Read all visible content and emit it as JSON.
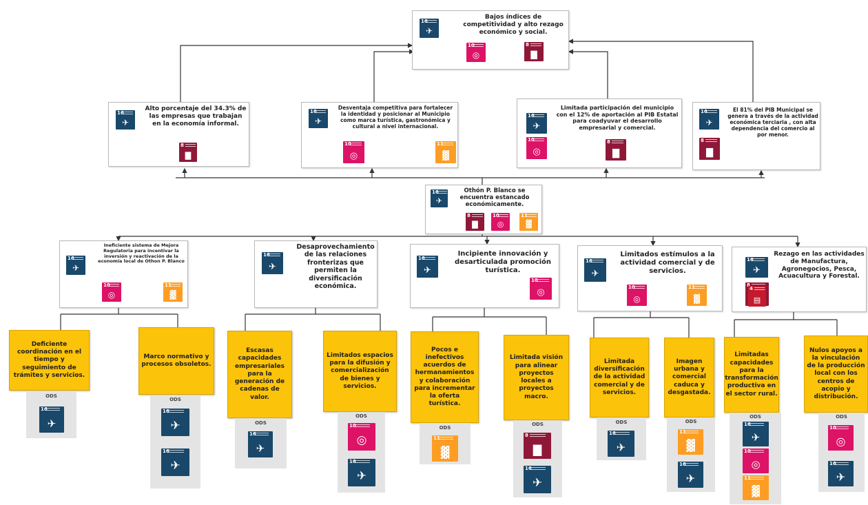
{
  "colors": {
    "sdg16": "#19486a",
    "sdg8": "#8f1838",
    "sdg10": "#dd1367",
    "sdg11": "#fd9d24",
    "sdg4": "#c5192d",
    "cause_box": "#fcc30b",
    "odds_panel": "#e4e4e4",
    "connector": "#333333"
  },
  "icons": {
    "g16": "dove-icon",
    "g8": "bar-chart-icon",
    "g10": "equality-icon",
    "g11": "city-buildings-icon",
    "g4": "book-icon"
  },
  "top": {
    "text": "Bajos índices de competitividad y alto rezago económico y social.",
    "sdgs": [
      "16",
      "10",
      "8"
    ]
  },
  "level1": [
    {
      "text": "Alto porcentaje del 34.3% de las empresas que trabajan en la economía informal.",
      "sdgs": [
        "16",
        "8"
      ]
    },
    {
      "text": "Desventaja competitiva para fortalecer la identidad y posicionar al Municipio como marca turística, gastronómica y cultural a nivel internacional.",
      "sdgs": [
        "16",
        "10",
        "11"
      ]
    },
    {
      "text": "Limitada participación del municipio con el 12% de aportación al PIB Estatal para coadyuvar el desarrollo empresarial y comercial.",
      "sdgs": [
        "16",
        "10",
        "8"
      ]
    },
    {
      "text": "El 81% del PIB Municipal se genera a través de la actividad económica terciaria , con alta dependencia del comercio al por menor.",
      "sdgs": [
        "16",
        "8"
      ]
    }
  ],
  "center": {
    "text": "Othón P. Blanco se encuentra estancado económicamente.",
    "sdgs": [
      "16",
      "8",
      "10",
      "11"
    ]
  },
  "level3": [
    {
      "text": "Ineficiente sistema de Mejora Regulatoria para incentivar la inversión y reactivación de la economía local de Othon P. Blanco",
      "sdgs": [
        "16",
        "10",
        "11"
      ]
    },
    {
      "text": "Desaprovechamiento de las relaciones fronterizas que permiten la diversificación económica.",
      "sdgs": [
        "16"
      ]
    },
    {
      "text": "Incipiente innovación y desarticulada promoción turística.",
      "sdgs": [
        "16",
        "10"
      ]
    },
    {
      "text": "Limitados estímulos a la actividad comercial y de servicios.",
      "sdgs": [
        "16",
        "10",
        "11"
      ]
    },
    {
      "text": "Rezago en las actividades de Manufactura, Agronegocios, Pesca, Acuacultura y Forestal.",
      "sdgs": [
        "16",
        "8",
        "4"
      ]
    }
  ],
  "causes": [
    {
      "text": "Deficiente coordinación en el tiempo y seguimiento de trámites y servicios.",
      "ods_label": "ODS",
      "sdgs": [
        "16"
      ]
    },
    {
      "text": "Marco normativo y procesos obsoletos.",
      "ods_label": "ODS",
      "sdgs": [
        "16",
        "16"
      ]
    },
    {
      "text": "Escasas capacidades empresariales para la generación de cadenas de valor.",
      "ods_label": "ODS",
      "sdgs": [
        "16"
      ]
    },
    {
      "text": "Limitados espacios para la difusión y comercialización de bienes y servicios.",
      "ods_label": "ODS",
      "sdgs": [
        "10",
        "16"
      ]
    },
    {
      "text": "Pocos e inefectivos acuerdos de hermanamientos y colaboración para incrementar la oferta turística.",
      "ods_label": "ODS",
      "sdgs": [
        "11"
      ]
    },
    {
      "text": "Limitada visión para alinear proyectos locales a proyectos macro.",
      "ods_label": "ODS",
      "sdgs": [
        "8",
        "16"
      ]
    },
    {
      "text": "Limitada diversificación de la actividad comercial y de servicios.",
      "ods_label": "ODS",
      "sdgs": [
        "16"
      ]
    },
    {
      "text": "Imagen urbana y comercial caduca y desgastada.",
      "ods_label": "ODS",
      "sdgs": [
        "11",
        "16"
      ]
    },
    {
      "text": "Limitadas capacidades para la transformación productiva en el sector rural.",
      "ods_label": "ODS",
      "sdgs": [
        "16",
        "10",
        "11"
      ]
    },
    {
      "text": "Nulos apoyos a la vinculación de la producción local con los centros de acopio y distribución.",
      "ods_label": "ODS",
      "sdgs": [
        "10",
        "16"
      ]
    }
  ]
}
